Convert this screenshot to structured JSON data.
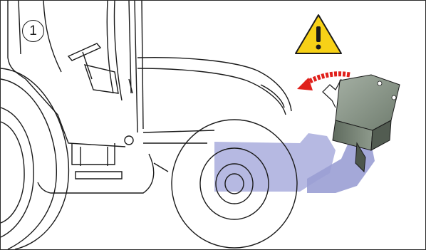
{
  "step": {
    "number": "1"
  },
  "warning": {
    "icon": "warning-triangle-icon",
    "color": "#f7d117"
  },
  "colors": {
    "line": "#1a1a1a",
    "highlight_part": "#a9addd",
    "arrow": "#e0201b",
    "box": "#7d8a7c"
  },
  "scene": {
    "subject": "tractor",
    "highlighted_part": "front-mount-bracket",
    "moving_part": "hydraulic-valve-block",
    "motion": "rotate-counterclockwise"
  }
}
